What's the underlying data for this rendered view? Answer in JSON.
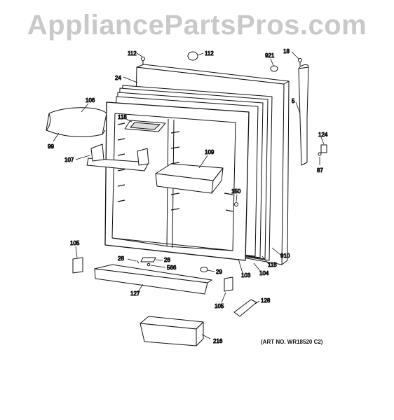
{
  "watermark": "AppliancePartsPros.com",
  "art_number": "(ART NO. WR18520 C2)",
  "callouts": {
    "c112a": "112",
    "c112b": "112",
    "c921": "921",
    "c18": "18",
    "c24": "24",
    "c106": "106",
    "c118": "118",
    "c5": "5",
    "c99": "99",
    "c107": "107",
    "c109": "109",
    "c124": "124",
    "c87": "87",
    "c150": "150",
    "c105a": "105",
    "c28": "28",
    "c26": "26",
    "c566": "566",
    "c29": "29",
    "c910": "910",
    "c115": "115",
    "c104": "104",
    "c103": "103",
    "c127": "127",
    "c105b": "105",
    "c128": "128",
    "c216": "216"
  }
}
